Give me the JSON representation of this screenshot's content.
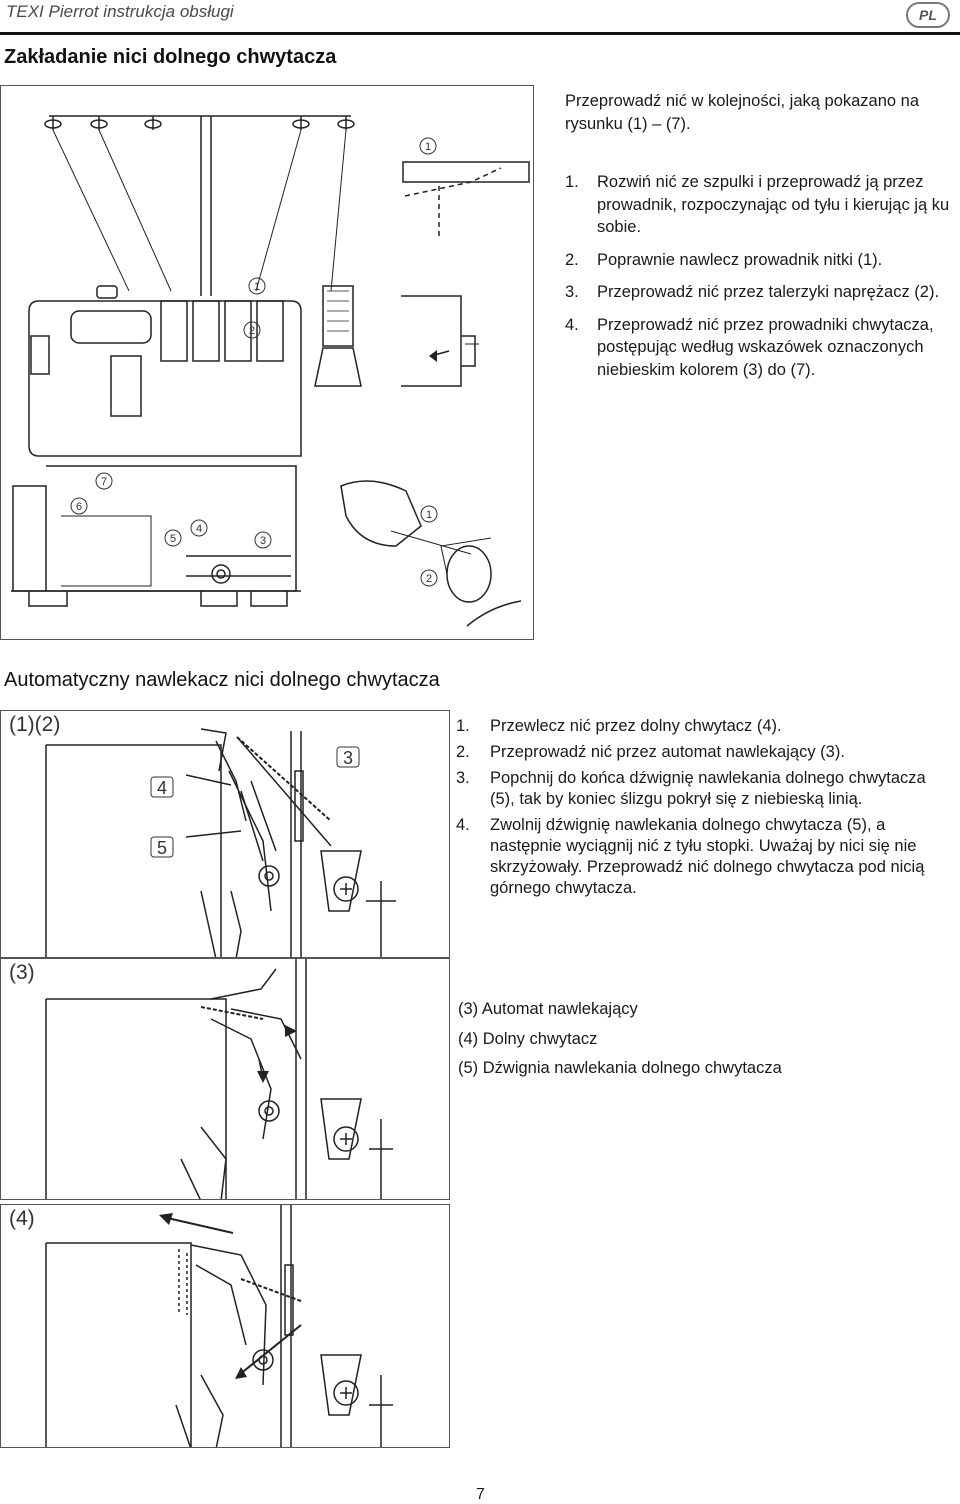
{
  "header": {
    "doc_title": "TEXI Pierrot instrukcja obsługi",
    "lang": "PL"
  },
  "section1": {
    "title": "Zakładanie nici dolnego chwytacza",
    "intro": "Przeprowadź nić w kolejności, jaką pokazano na rysunku (1) – (7).",
    "steps": [
      {
        "num": "1.",
        "text": "Rozwiń nić ze szpulki i przeprowadź ją przez prowadnik, rozpoczynając od tyłu i kierując ją ku sobie."
      },
      {
        "num": "2.",
        "text": "Poprawnie nawlecz prowadnik nitki (1)."
      },
      {
        "num": "3.",
        "text": "Przeprowadź nić przez talerzyki naprężacz (2)."
      },
      {
        "num": "4.",
        "text": "Przeprowadź nić przez prowadniki chwytacza, postępując według wskazówek oznaczonych niebieskim kolorem (3) do (7)."
      }
    ],
    "callouts": [
      "1",
      "2",
      "3",
      "4",
      "5",
      "6",
      "7"
    ]
  },
  "section2": {
    "title": "Automatyczny nawlekacz nici dolnego chwytacza",
    "steps": [
      {
        "num": "1.",
        "text": "Przewlecz nić przez dolny chwytacz (4)."
      },
      {
        "num": "2.",
        "text": "Przeprowadź nić przez automat nawlekający (3)."
      },
      {
        "num": "3.",
        "text": "Popchnij do końca dźwignię nawlekania dolnego chwytacza (5), tak by koniec ślizgu pokrył się z niebieską linią."
      },
      {
        "num": "4.",
        "text": "Zwolnij dźwignię nawlekania dolnego chwytacza (5), a następnie wyciągnij nić z tyłu stopki. Uważaj by nici się nie skrzyżowały. Przeprowadź nić dolnego  chwytacza pod nicią górnego chwytacza."
      }
    ],
    "legend": [
      "(3) Automat nawlekający",
      "(4) Dolny chwytacz",
      "(5) Dźwignia nawlekania dolnego chwytacza"
    ],
    "panels": [
      {
        "label": "(1)(2)",
        "callouts": [
          "3",
          "4",
          "5"
        ]
      },
      {
        "label": "(3)"
      },
      {
        "label": "(4)"
      }
    ]
  },
  "footer": {
    "page_number": "7"
  }
}
